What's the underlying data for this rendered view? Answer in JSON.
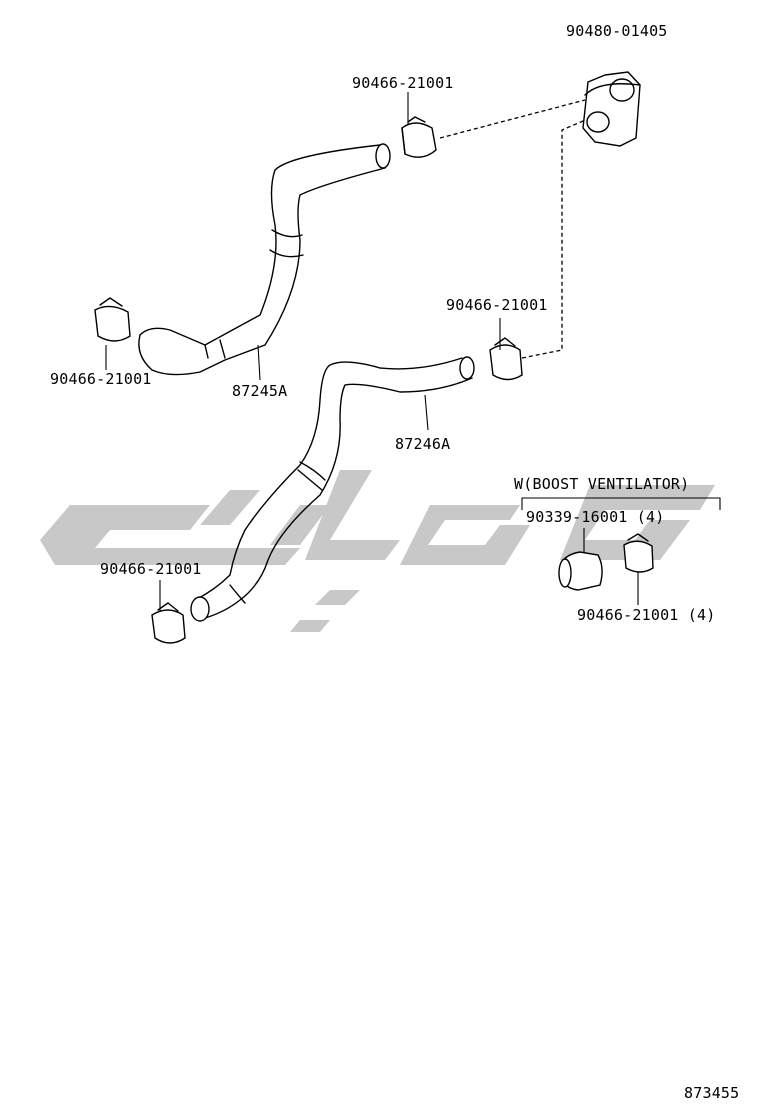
{
  "labels": {
    "grommet": "90480-01405",
    "clamp_top": "90466-21001",
    "clamp_mid": "90466-21001",
    "clamp_left": "90466-21001",
    "hose_upper": "87245A",
    "hose_lower": "87246A",
    "clamp_bottom": "90466-21001",
    "option_header": "W(BOOST VENTILATOR)",
    "plug": "90339-16001 (4)",
    "clamp_option": "90466-21001 (4)",
    "diagram_id": "873455"
  },
  "colors": {
    "line": "#000000",
    "watermark": "#c8c8c8",
    "background": "#ffffff"
  }
}
